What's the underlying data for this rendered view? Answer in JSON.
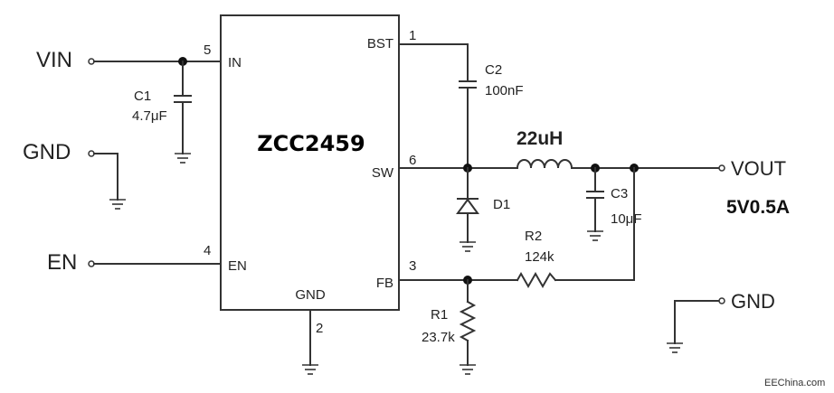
{
  "ic": {
    "name": "ZCC2459",
    "pins": {
      "in": {
        "label": "IN",
        "number": "5"
      },
      "en": {
        "label": "EN",
        "number": "4"
      },
      "bst": {
        "label": "BST",
        "number": "1"
      },
      "sw": {
        "label": "SW",
        "number": "6"
      },
      "fb": {
        "label": "FB",
        "number": "3"
      },
      "gnd": {
        "label": "GND",
        "number": "2"
      }
    }
  },
  "ports": {
    "vin": "VIN",
    "gnd_left": "GND",
    "en": "EN",
    "vout": "VOUT",
    "gnd_right": "GND"
  },
  "output_spec": "5V0.5A",
  "components": {
    "c1": {
      "ref": "C1",
      "value": "4.7μF"
    },
    "c2": {
      "ref": "C2",
      "value": "100nF"
    },
    "c3": {
      "ref": "C3",
      "value": "10μF"
    },
    "l1": {
      "value": "22uH"
    },
    "d1": {
      "ref": "D1"
    },
    "r1": {
      "ref": "R1",
      "value": "23.7k"
    },
    "r2": {
      "ref": "R2",
      "value": "124k"
    }
  },
  "watermark": "EEChina.com"
}
